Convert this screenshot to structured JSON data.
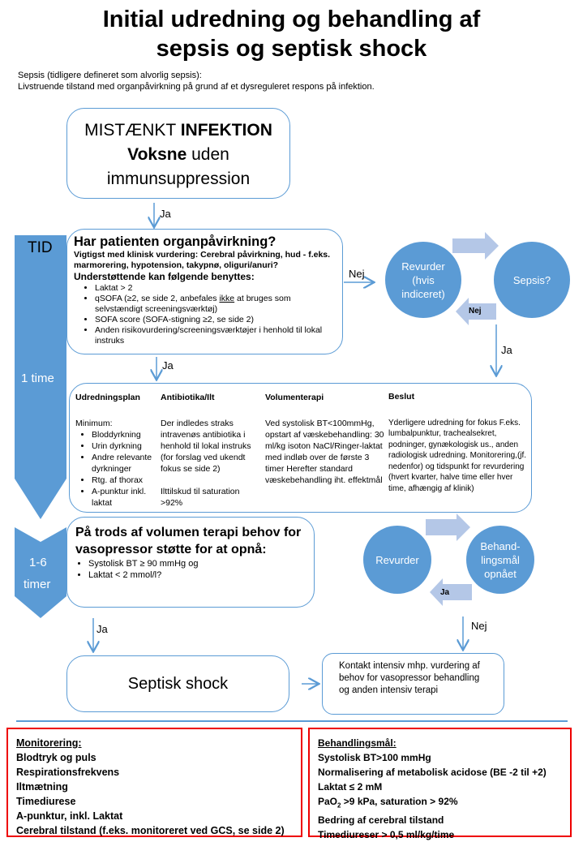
{
  "title": [
    "Initial udredning og behandling af",
    "sepsis og septisk shock"
  ],
  "intro": [
    "Sepsis (tidligere defineret som alvorlig sepsis):",
    "Livstruende tilstand med organpåvirkning på grund af et dysreguleret respons på infektion."
  ],
  "start_box": {
    "l1a": "MISTÆNKT ",
    "l1b": "INFEKTION",
    "l2a": "Voksne",
    "l2b": " uden",
    "l3": "immunsuppression"
  },
  "timeline": {
    "tid": "TID",
    "one_hour": "1 time",
    "one_six": "1-6",
    "timer": "timer"
  },
  "labels": {
    "ja": "Ja",
    "nej": "Nej"
  },
  "organ_box": {
    "title": "Har patienten organpåvirkning?",
    "clinical": "Vigtigst med klinisk vurdering: Cerebral påvirkning, hud - f.eks. marmorering, hypotension, takypnø, oliguri/anuri?",
    "supporting": "Understøttende kan følgende benyttes:",
    "items": [
      "Laktat > 2",
      "qSOFA (≥2, se side 2, anbefales ",
      "SOFA score (SOFA-stigning ≥2, se side 2)",
      "Anden risikovurdering/screeningsværktøjer i henhold til lokal instruks"
    ],
    "qsofa_ikke": "ikke",
    "qsofa_rest": " at bruges som selvstændigt screeningsværktøj)"
  },
  "cycle1": {
    "revurder": "Revurder (hvis indiceret)",
    "sepsis": "Sepsis?"
  },
  "plan_box": {
    "udredning": {
      "title": "Udredningsplan",
      "intro": "Minimum:",
      "items": [
        "Bloddyrkning",
        "Urin dyrkning",
        "Andre relevante dyrkninger",
        "Rtg. af thorax",
        "A-punktur inkl. laktat"
      ]
    },
    "antibiotika": {
      "title": "Antibiotika/Ilt",
      "text1": "Der indledes straks intravenøs antibiotika i henhold til lokal instruks (for forslag ved ukendt fokus se side 2)",
      "text2": "Ilttilskud til saturation >92%"
    },
    "volumen": {
      "title": "Volumenterapi",
      "text": "Ved systolisk BT<100mmHg, opstart af væskebehandling: 30 ml/kg isoton NaCl/Ringer-laktat med indløb over de første 3 timer Herefter standard væskebehandling iht. effektmål"
    },
    "beslut": {
      "title": "Beslut",
      "text": "Yderligere udredning for fokus F.eks. lumbalpunktur, trachealsekret, podninger, gynækologisk us., anden radiologisk udredning. Monitorering,(jf. nedenfor) og tidspunkt for revurdering (hvert kvarter, halve time eller hver time, afhængig af klinik)"
    }
  },
  "vaso_box": {
    "title": "På trods af volumen terapi behov for vasopressor støtte for at opnå:",
    "items": [
      "Systolisk BT ≥ 90 mmHg og",
      "Laktat < 2 mmol/l?"
    ]
  },
  "cycle2": {
    "revurder": "Revurder",
    "goal": "Behand-lingsmål opnået"
  },
  "septic_box": "Septisk shock",
  "contact_box": "Kontakt intensiv mhp. vurdering af behov for vasopressor behandling og anden intensiv terapi",
  "monitoring": {
    "title": "Monitorering:",
    "items": [
      "Blodtryk og puls",
      "Respirationsfrekvens",
      "Iltmætning",
      "Timediurese",
      "A-punktur, inkl. Laktat",
      "Cerebral tilstand (f.eks. monitoreret ved GCS, se side 2)"
    ]
  },
  "goals": {
    "title": "Behandlingsmål:",
    "items": [
      "Systolisk BT>100 mmHg",
      "Normalisering af metabolisk acidose (BE -2 til +2)",
      "Laktat ≤ 2 mM"
    ],
    "pao2_a": "PaO",
    "pao2_sub": "2",
    "pao2_b": " >9 kPa, saturation > 92%",
    "items2": [
      "Bedring af cerebral tilstand",
      "Timediureser > 0,5 ml/kg/time"
    ]
  },
  "colors": {
    "blue": "#5b9bd5",
    "light_blue": "#b4c7e7",
    "red": "#e00000"
  }
}
